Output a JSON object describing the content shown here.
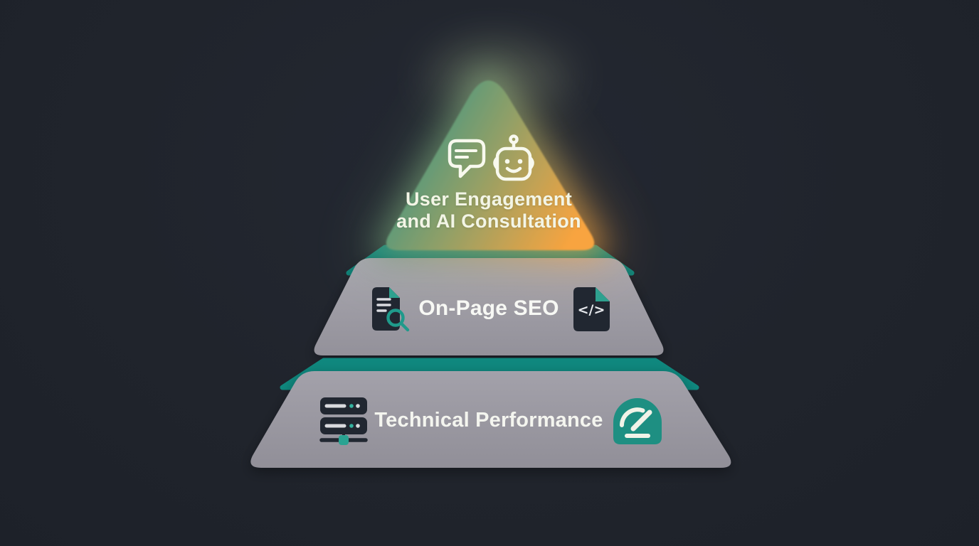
{
  "diagram": {
    "type": "pyramid",
    "background_color": "#20242c",
    "text_color": "#f4f6ec",
    "accent_teal": "#10887e",
    "tier_gray": "#9b99a2",
    "tiers": [
      {
        "rank": 1,
        "line1": "User Engagement",
        "line2": "and AI Consultation",
        "icons": [
          "chat-bubble-icon",
          "robot-icon"
        ],
        "gradient_start": "#319488",
        "gradient_end": "#f8a43f"
      },
      {
        "rank": 2,
        "label": "On-Page SEO",
        "icons": [
          "document-search-icon",
          "code-file-icon"
        ],
        "band_color": "#10887e",
        "body_color": "#9b99a2"
      },
      {
        "rank": 3,
        "label": "Technical Performance",
        "icons": [
          "server-icon",
          "speedometer-icon"
        ],
        "band_color": "#10887e",
        "body_color": "#9b99a2"
      }
    ],
    "icon_glyphs": {
      "code": "</>"
    }
  }
}
